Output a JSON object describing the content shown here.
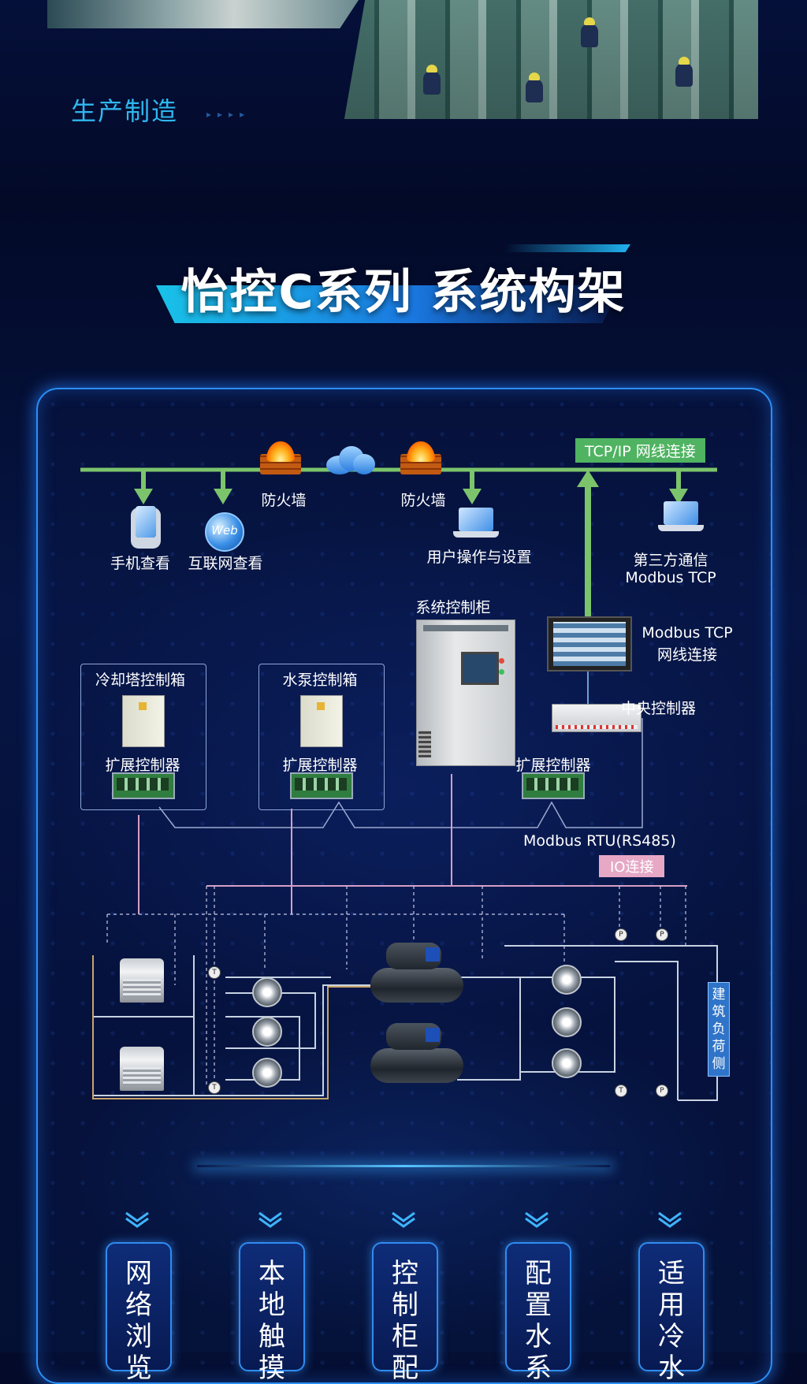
{
  "hero": {
    "section_label": "生产制造"
  },
  "title": "怡控C系列 系统构架",
  "diagram": {
    "network_tag": "TCP/IP 网线连接",
    "firewall_label": "防火墙",
    "mobile_view": "手机查看",
    "web_view": "互联网查看",
    "web_icon_text": "Web",
    "user_ops": "用户操作与设置",
    "third_party_line1": "第三方通信",
    "third_party_line2": "Modbus TCP",
    "system_cabinet": "系统控制柜",
    "modbus_tcp_line1": "Modbus TCP",
    "modbus_tcp_line2": "网线连接",
    "central_controller": "中央控制器",
    "cooling_tower_box": "冷却塔控制箱",
    "pump_box": "水泵控制箱",
    "expansion_controller": "扩展控制器",
    "modbus_rtu": "Modbus RTU(RS485)",
    "io_tag": "IO连接",
    "building_load": "建筑负荷侧",
    "sensor_t": "T",
    "sensor_p": "P"
  },
  "features": [
    {
      "label": "网络浏览"
    },
    {
      "label": "本地触摸"
    },
    {
      "label": "控制柜配"
    },
    {
      "label": "配置水系"
    },
    {
      "label": "适用冷水"
    }
  ],
  "colors": {
    "accent_blue": "#2a8ff5",
    "network_green": "#4fb361",
    "io_pink": "#e7a8c6"
  }
}
